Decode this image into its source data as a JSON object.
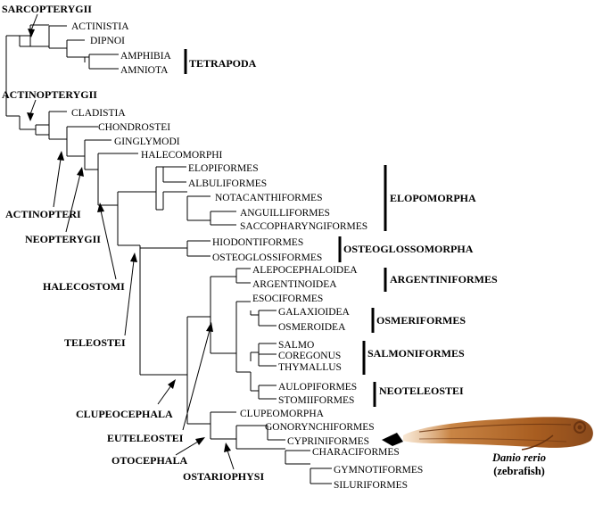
{
  "taxa": [
    "ACTINISTIA",
    "DIPNOI",
    "AMPHIBIA",
    "AMNIOTA",
    "CLADISTIA",
    "CHONDROSTEI",
    "GINGLYMODI",
    "HALECOMORPHI",
    "ELOPIFORMES",
    "ALBULIFORMES",
    "NOTACANTHIFORMES",
    "ANGUILLIFORMES",
    "SACCOPHARYNGIFORMES",
    "HIODONTIFORMES",
    "OSTEOGLOSSIFORMES",
    "ALEPOCEPHALOIDEA",
    "ARGENTINOIDEA",
    "ESOCIFORMES",
    "GALAXIOIDEA",
    "OSMEROIDEA",
    "SALMO",
    "COREGONUS",
    "THYMALLUS",
    "AULOPIFORMES",
    "STOMIIFORMES",
    "CLUPEOMORPHA",
    "GONORYNCHIFORMES",
    "CYPRINIFORMES",
    "CHARACIFORMES",
    "GYMNOTIFORMES",
    "SILURIFORMES"
  ],
  "group_labels": [
    "TETRAPODA",
    "ELOPOMORPHA",
    "OSTEOGLOSSOMORPHA",
    "ARGENTINIFORMES",
    "OSMERIFORMES",
    "SALMONIFORMES",
    "NEOTELEOSTEI"
  ],
  "node_labels": [
    "SARCOPTERYGII",
    "ACTINOPTERYGII",
    "ACTINOPTERI",
    "NEOPTERYGII",
    "HALECOSTOMI",
    "TELEOSTEI",
    "CLUPEOCEPHALA",
    "EUTELEOSTEI",
    "OTOCEPHALA",
    "OSTARIOPHYSI"
  ],
  "caption": {
    "species": "Danio rerio",
    "common": "(zebrafish)"
  },
  "icons": {
    "fish": "zebrafish-larva-image"
  },
  "colors": {
    "fish_body": "#b06a2a",
    "fish_dark": "#6b3410",
    "line": "#000000"
  }
}
